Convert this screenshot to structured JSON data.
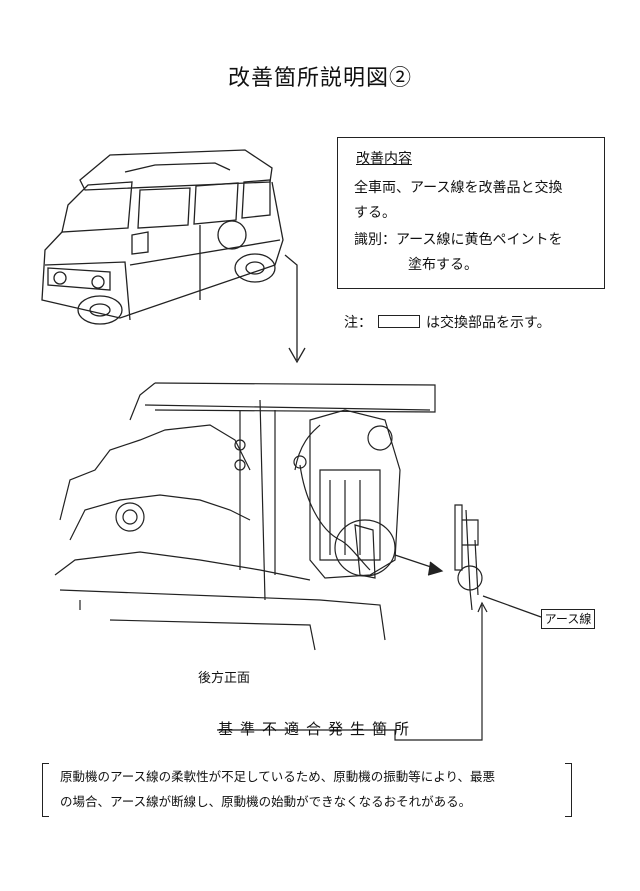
{
  "title": "改善箇所説明図②",
  "improvement": {
    "heading": "改善内容",
    "line1": "全車両、アース線を改善品と交換",
    "line2": "する。",
    "line3": "識別：アース線に黄色ペイントを",
    "line4": "塗布する。"
  },
  "note": {
    "prefix": "注：",
    "suffix": "は交換部品を示す。"
  },
  "labels": {
    "rear_front": "後方正面",
    "nonconforming": "基準不適合発生箇所",
    "ground_wire": "アース線"
  },
  "reason": {
    "line1": "原動機のアース線の柔軟性が不足しているため、原動機の振動等により、最悪",
    "line2": "の場合、アース線が断線し、原動機の始動ができなくなるおそれがある。"
  }
}
